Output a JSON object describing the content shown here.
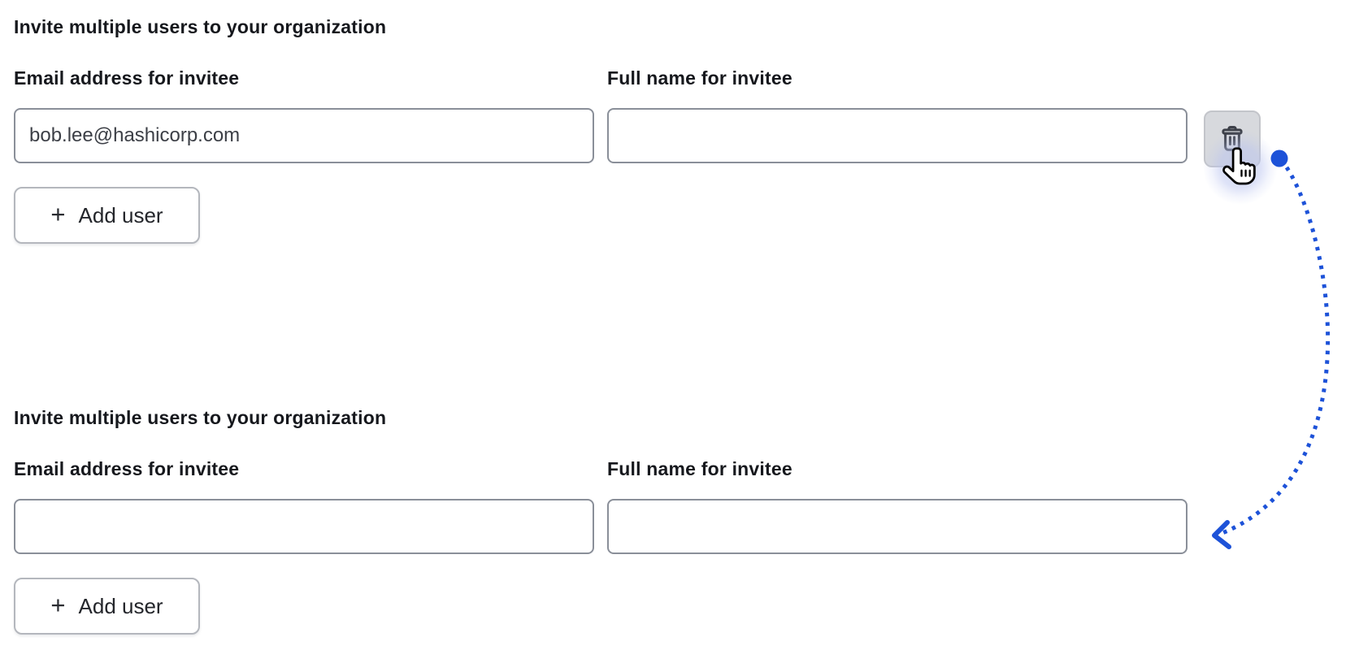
{
  "page_title": "Invite multiple users to your organization",
  "colors": {
    "background": "#ffffff",
    "heading_text": "#16181d",
    "input_border": "#8a8f99",
    "input_text": "#3c3f46",
    "add_button_border": "#b4b7bd",
    "add_button_text": "#24262b",
    "trash_button_bg": "#d7d9dd",
    "trash_button_border": "#c3c5ca",
    "trash_icon": "#3d4049",
    "annotation_blue": "#1d52d8",
    "click_halo": "#b9c3ef"
  },
  "icons": {
    "plus": "+"
  },
  "sections": [
    {
      "heading": "Invite multiple users to your organization",
      "fields": [
        {
          "label": "Email address for invitee",
          "value": "bob.lee@hashicorp.com"
        },
        {
          "label": "Full name for invitee",
          "value": ""
        }
      ],
      "add_user_button": {
        "icon": "plus-icon",
        "label": "Add user"
      },
      "delete_button": {
        "icon": "trash-icon"
      }
    },
    {
      "heading": "Invite multiple users to your organization",
      "fields": [
        {
          "label": "Email address for invitee",
          "value": ""
        },
        {
          "label": "Full name for invitee",
          "value": ""
        }
      ],
      "add_user_button": {
        "icon": "plus-icon",
        "label": "Add user"
      }
    }
  ],
  "annotation": {
    "type": "dotted-curved-arrow-with-cursor-click",
    "from": "delete-user-button",
    "to": "full-name-input-section-2"
  }
}
